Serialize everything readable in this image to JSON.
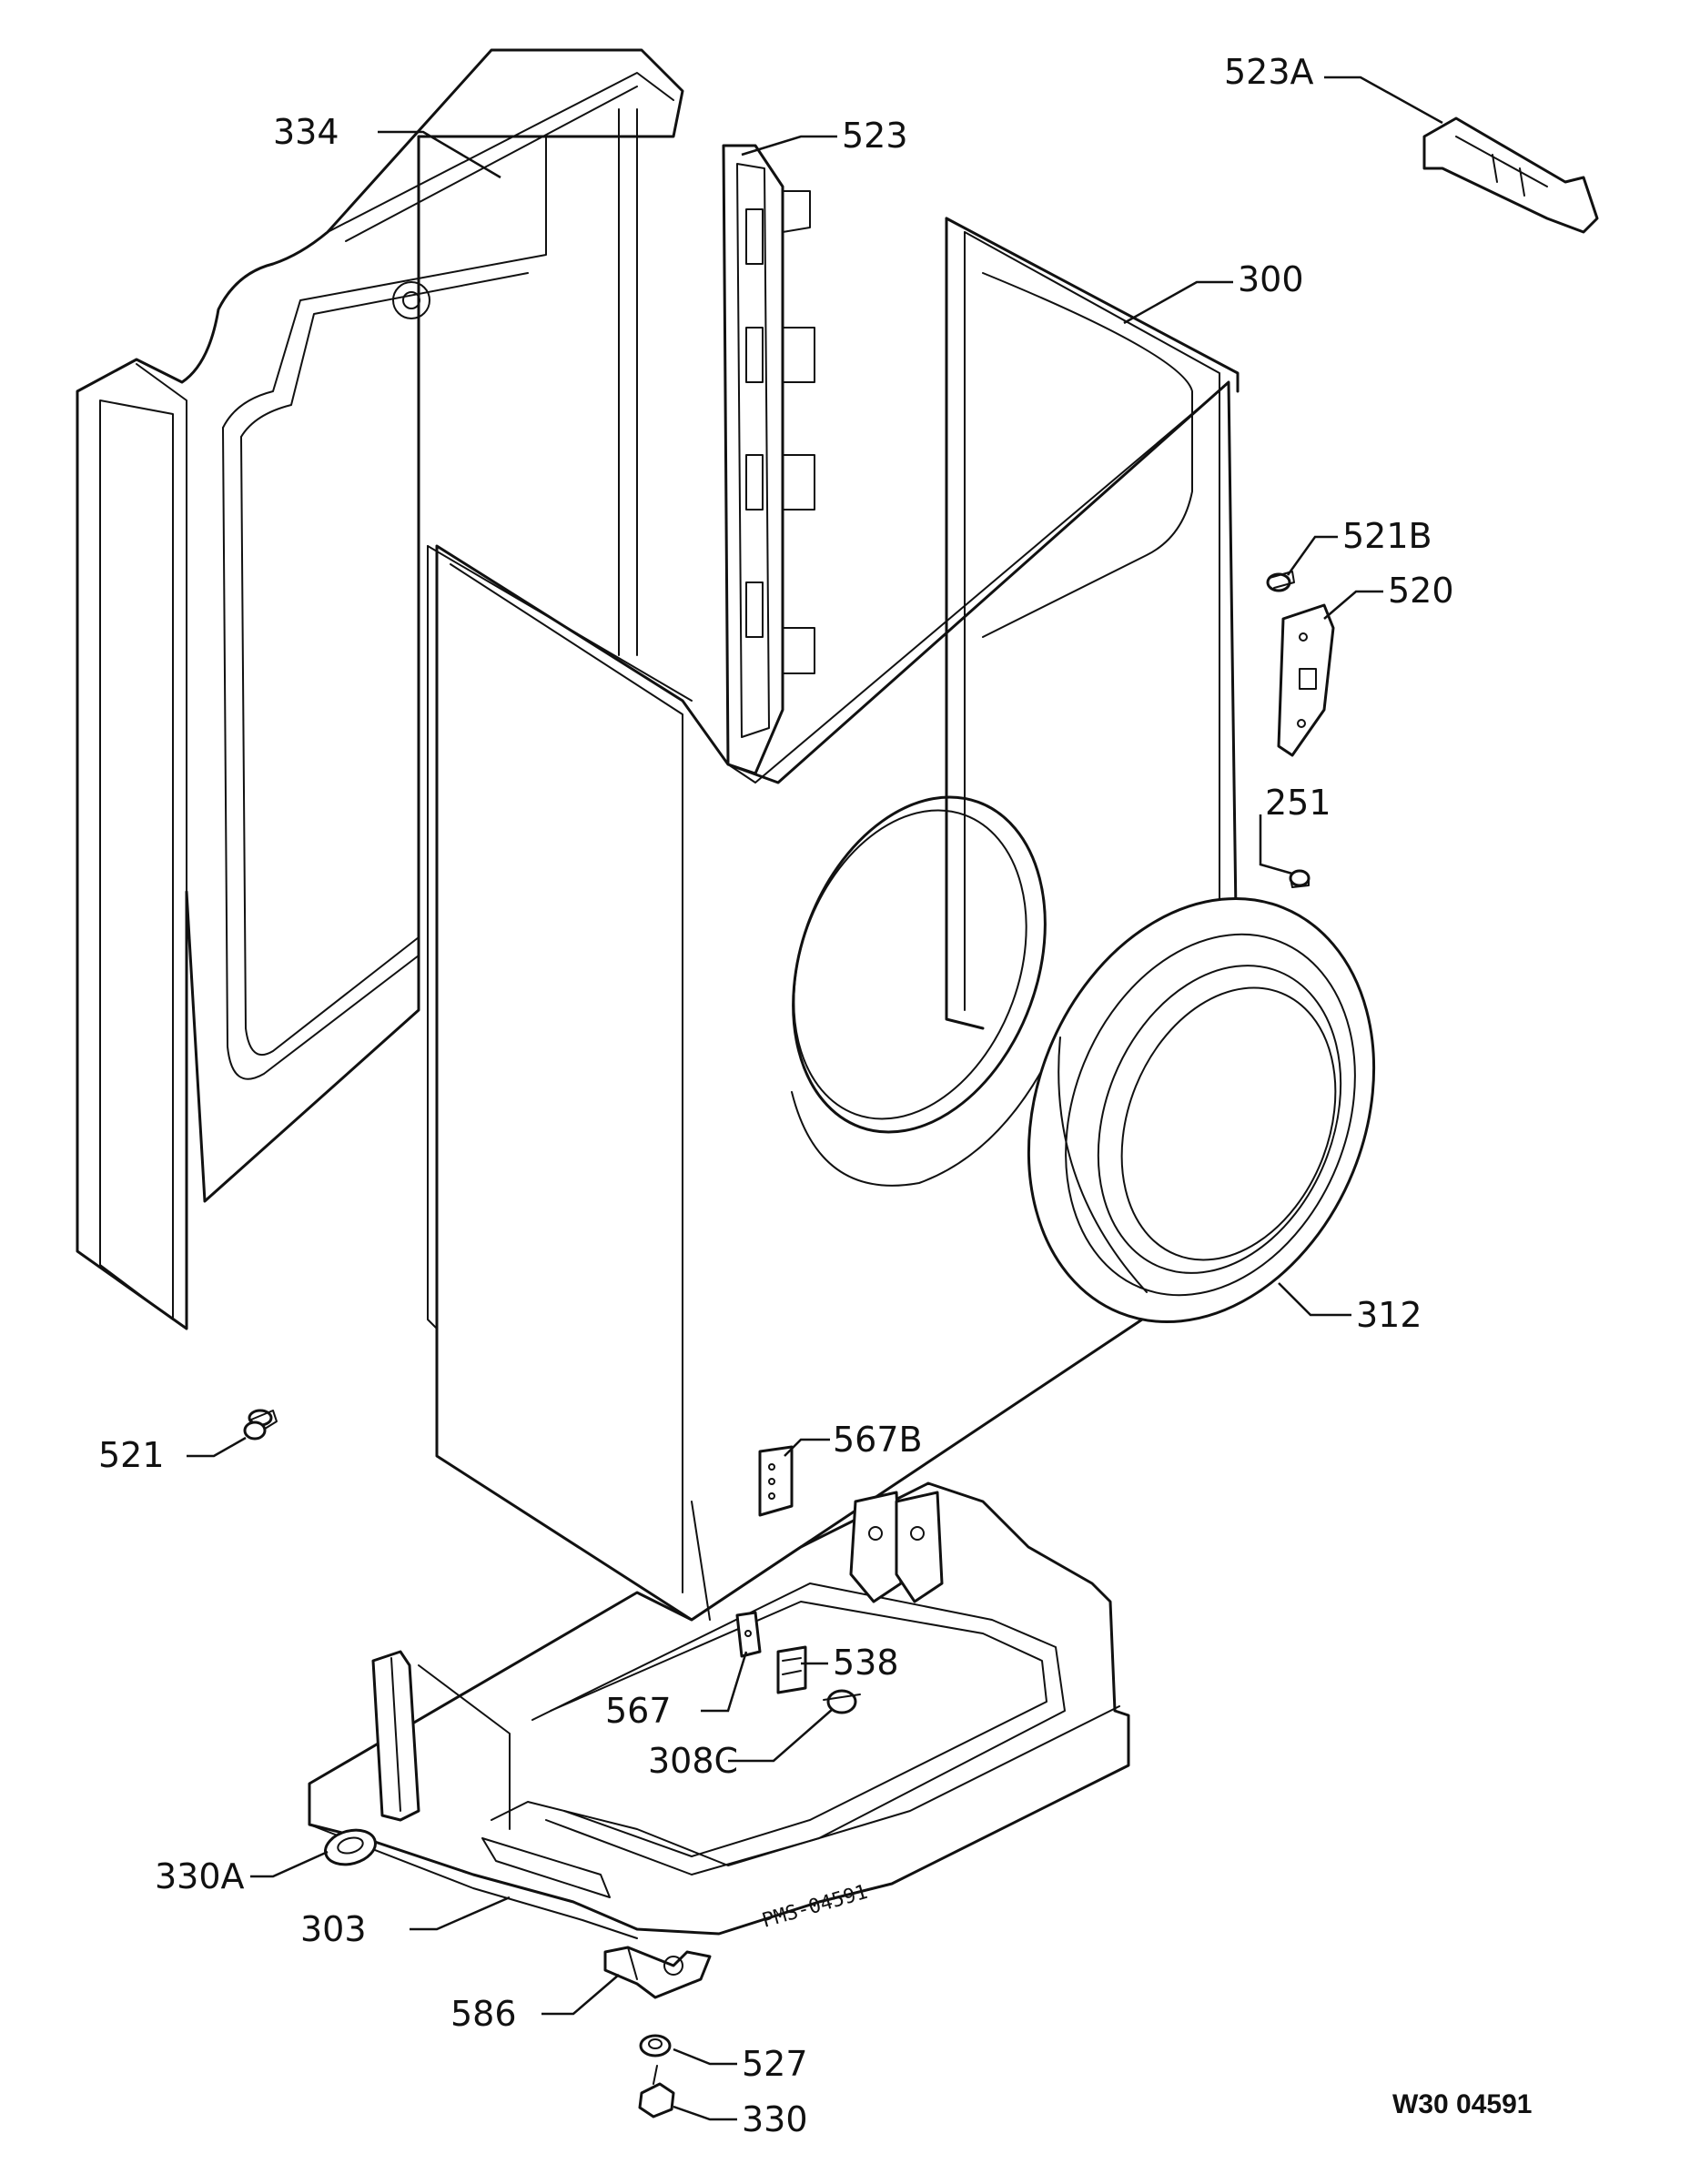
{
  "labels": {
    "p523A": "523A",
    "p334": "334",
    "p523": "523",
    "p300": "300",
    "p521B": "521B",
    "p520": "520",
    "p251": "251",
    "p312": "312",
    "p521": "521",
    "p567B": "567B",
    "p538": "538",
    "p567": "567",
    "p308C": "308C",
    "p330A": "330A",
    "p303": "303",
    "p586": "586",
    "p527": "527",
    "p330": "330"
  },
  "stamp": "PMS-04591",
  "document_id": "W30 04591"
}
